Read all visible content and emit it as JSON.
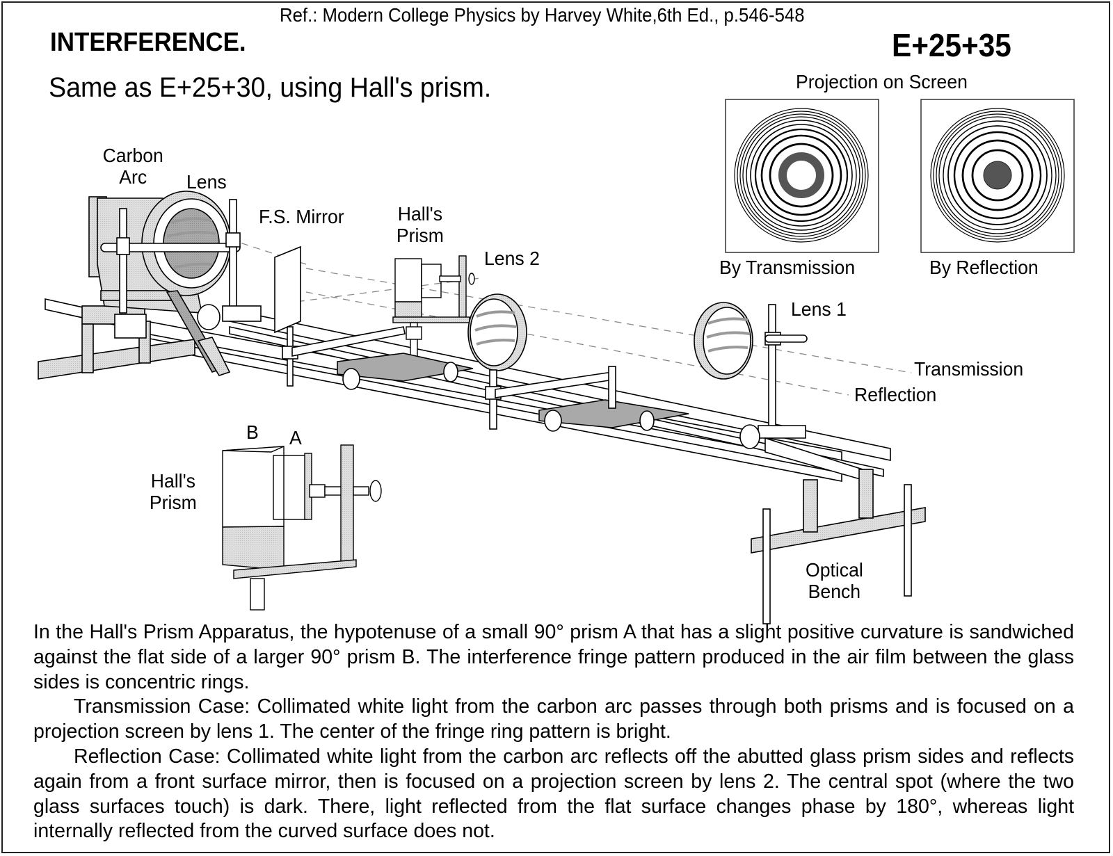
{
  "header": {
    "reference": "Ref.: Modern College Physics by Harvey White,6th Ed., p.546-548",
    "title": "INTERFERENCE.",
    "demo_code": "E+25+35",
    "subtitle": "Same as E+25+30, using Hall's prism."
  },
  "projection": {
    "heading": "Projection on Screen",
    "panels": [
      {
        "caption": "By Transmission",
        "center": "bright",
        "ring_color": "#555555"
      },
      {
        "caption": "By Reflection",
        "center": "dark",
        "ring_color": "#555555"
      }
    ]
  },
  "apparatus_labels": {
    "carbon_arc": "Carbon\nArc",
    "carbon_arc_line1": "Carbon",
    "carbon_arc_line2": "Arc",
    "lens": "Lens",
    "fs_mirror": "F.S. Mirror",
    "halls_prism_line1": "Hall's",
    "halls_prism_line2": "Prism",
    "lens2": "Lens 2",
    "lens1": "Lens 1",
    "transmission": "Transmission",
    "reflection": "Reflection",
    "optical_bench_line1": "Optical",
    "optical_bench_line2": "Bench"
  },
  "detail": {
    "label_line1": "Hall's",
    "label_line2": "Prism",
    "prism_b": "B",
    "prism_a": "A"
  },
  "description": {
    "paragraphs": [
      "In the Hall's Prism Apparatus, the hypotenuse of a small 90° prism A that has a slight positive curvature is sandwiched against the flat side of a larger 90° prism B. The interference fringe pattern produced in the air film between the glass sides is concentric rings.",
      "Transmission Case: Collimated white light from the carbon arc passes through both prisms and is focused on a projection screen by lens 1. The center of the fringe ring pattern is bright.",
      "Reflection Case: Collimated white light from the carbon arc reflects off the abutted glass prism sides and reflects again from a front surface mirror, then is focused on a projection screen by lens 2. The central spot (where the two glass surfaces touch) is dark. There, light reflected from the flat surface changes phase by 180°, whereas light internally reflected from the curved surface does not."
    ]
  },
  "colors": {
    "ink": "#000000",
    "light_gray": "#dcdcdc",
    "mid_gray": "#a8a8a8",
    "dark_fill": "#555555",
    "dash": "#888888"
  }
}
